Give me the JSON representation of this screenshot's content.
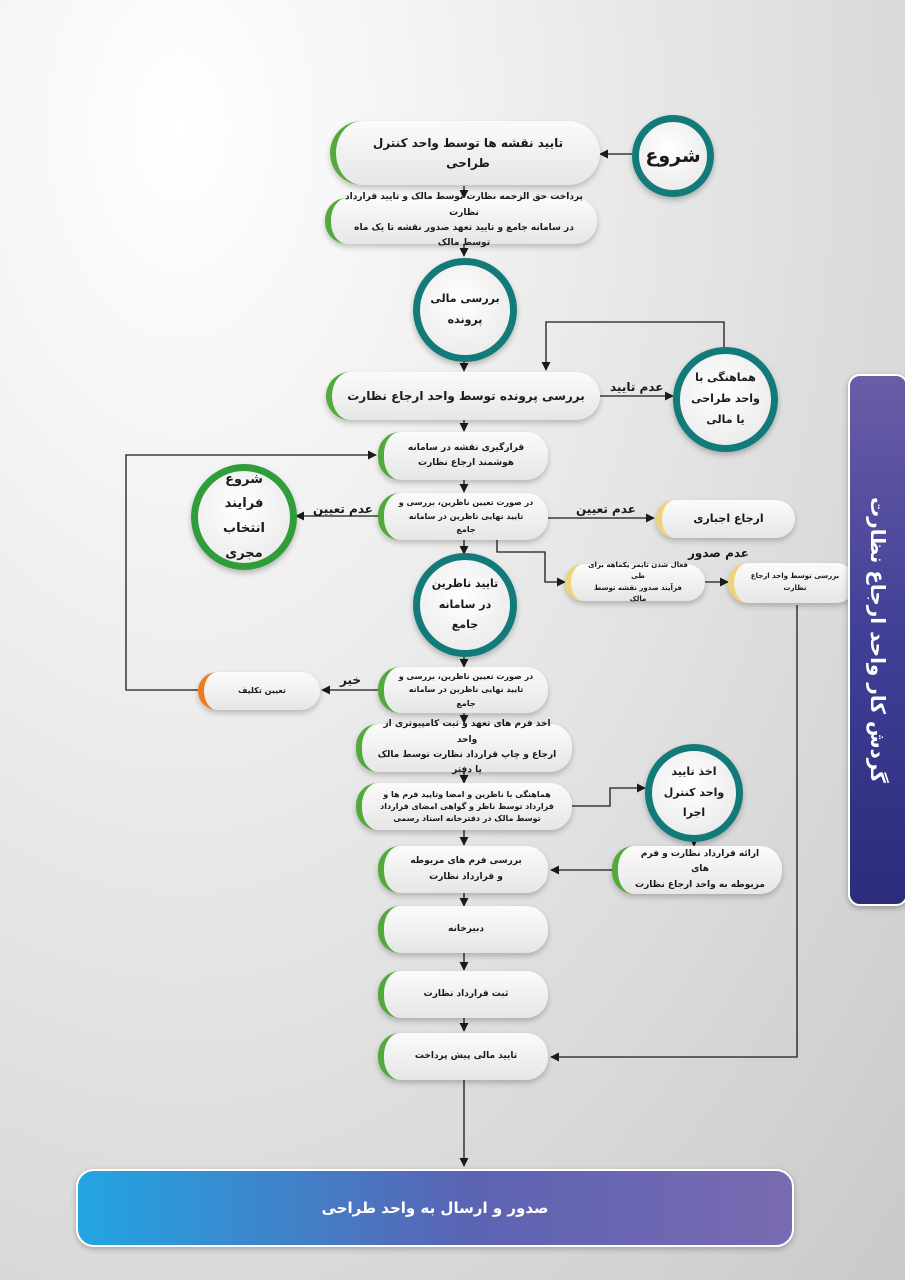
{
  "diagram": {
    "side_title": "گردش کار واحد ارجاع نظارت",
    "bottom_bar": "صدور و ارسال به واحد طراحی",
    "nodes": {
      "start": "شروع",
      "approve_maps": "تایید نقشه ها  توسط واحد کنترل طراحی",
      "pay_fee": "پرداخت حق الزحمه نظارت توسط مالک و تایید قرارداد نظارت\nدر سامانه جامع و تایید تعهد صدور نقشه تا یک ماه توسط مالک",
      "financial_review": "بررسی مالی پرونده",
      "file_review": "بررسی پرونده توسط واحد ارجاع نظارت",
      "coordination": "هماهنگی با\nواحد طراحی یا مالی",
      "placement": "قرارگیری نقشه در سامانه\nهوشمند ارجاع نظارت",
      "if_assign_1": "در صورت تعیین ناظرین، بررسی و\nتایید نهایی ناظرین در سامانه جامع",
      "start_executor": "شروع فرایند\nانتخاب مجری",
      "forced_referral": "ارجاع اجباری",
      "timer": "فعال شدن تایمر یکماهه برای طی\nفرآیند صدور نقشه توسط مالک",
      "review_unit": "بررسی توسط واحد ارجاع نظارت",
      "approve_supervisors": "تایید ناظرین\nدر سامانه جامع",
      "if_assign_2": "در صورت تعیین ناظرین، بررسی و\nتایید نهایی ناظرین در سامانه جامع",
      "assign_task": "تعیین تکلیف",
      "forms": "اخذ فرم های تعهد و ثبت کامپیوتری از واحد\nارجاع و چاپ قرارداد نظارت توسط مالک یا دفتر",
      "coordinate_sign": "هماهنگی با ناظرین و امضا وتایید فرم ها و\nقرارداد توسط ناظر و گواهی امضای قرارداد\nتوسط مالک در دفترخانه اسناد رسمی",
      "exec_control": "اخذ تایید\nواحد کنترل اجرا",
      "submit_contract": "ارائه قرارداد نظارت و فرم های\nمربوطه به واحد ارجاع نظارت",
      "check_forms": "بررسی فرم های مربوطه\nو قرارداد نظارت",
      "secretariat": "دبیرخانه",
      "register_contract": "ثبت قرارداد نظارت",
      "prepayment": "تایید مالی پیش پرداخت"
    },
    "edge_labels": {
      "not_approved": "عدم تایید",
      "not_assigned_left": "عدم تعیین",
      "not_assigned_right": "عدم تعیین",
      "not_issued": "عدم صدور",
      "no": "خیر"
    },
    "colors": {
      "teal": "#137a7a",
      "green": "#2e9d3a",
      "pill_accent": "#52a93c",
      "yellow_accent": "#f0d27a",
      "orange_accent": "#ee7b1e",
      "panel_purple": "#3f3f96",
      "bar_blue": "#22a5e2",
      "bar_purple": "#7a6ab1"
    }
  }
}
